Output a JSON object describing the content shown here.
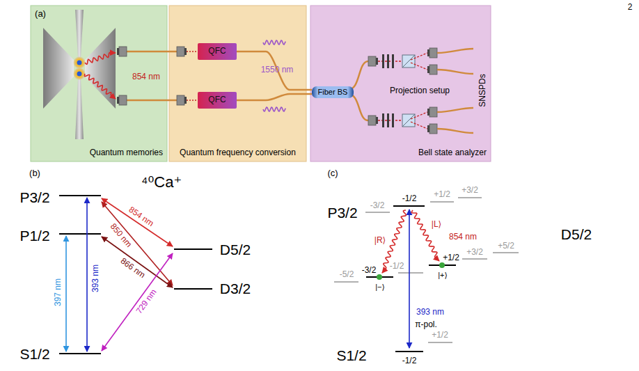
{
  "diagram": {
    "nodes": [
      {
        "text": [
          "Quantum memories"
        ]
      },
      {
        "text": [
          "Quantum frequency conversion"
        ]
      },
      {
        "text": [
          "QFC"
        ],
        "in": 1
      },
      {
        "text": [
          "QFC"
        ],
        "in": 1
      },
      {
        "text": [
          "Bell state analyzer"
        ]
      },
      {
        "text": [
          "Fiber BS"
        ],
        "in": 4
      }
    ],
    "edges": [
      {
        "from": 2,
        "to": 5,
        "arrow": "none"
      },
      {
        "from": 3,
        "to": 5,
        "arrow": "none"
      }
    ],
    "labels": [
      "2",
      "(a)",
      "854 nm",
      "1550 nm",
      "Projection setup",
      "SNSPDs",
      "(b)",
      "⁴⁰Ca⁺",
      "P3/2",
      "P1/2",
      "D5/2",
      "D3/2",
      "S1/2",
      "397 nm",
      "393 nm",
      "854 nm",
      "850 nm",
      "866 nm",
      "729 nm",
      "(c)",
      "P3/2",
      "-3/2",
      "-1/2",
      "+1/2",
      "+3/2",
      "|R⟩",
      "|L⟩",
      "854 nm",
      "D5/2",
      "-5/2",
      "-3/2",
      "-1/2",
      "+1/2",
      "+3/2",
      "+5/2",
      "|−⟩",
      "|+⟩",
      "393 nm",
      "π-pol.",
      "S1/2",
      "-1/2",
      "+1/2"
    ]
  }
}
